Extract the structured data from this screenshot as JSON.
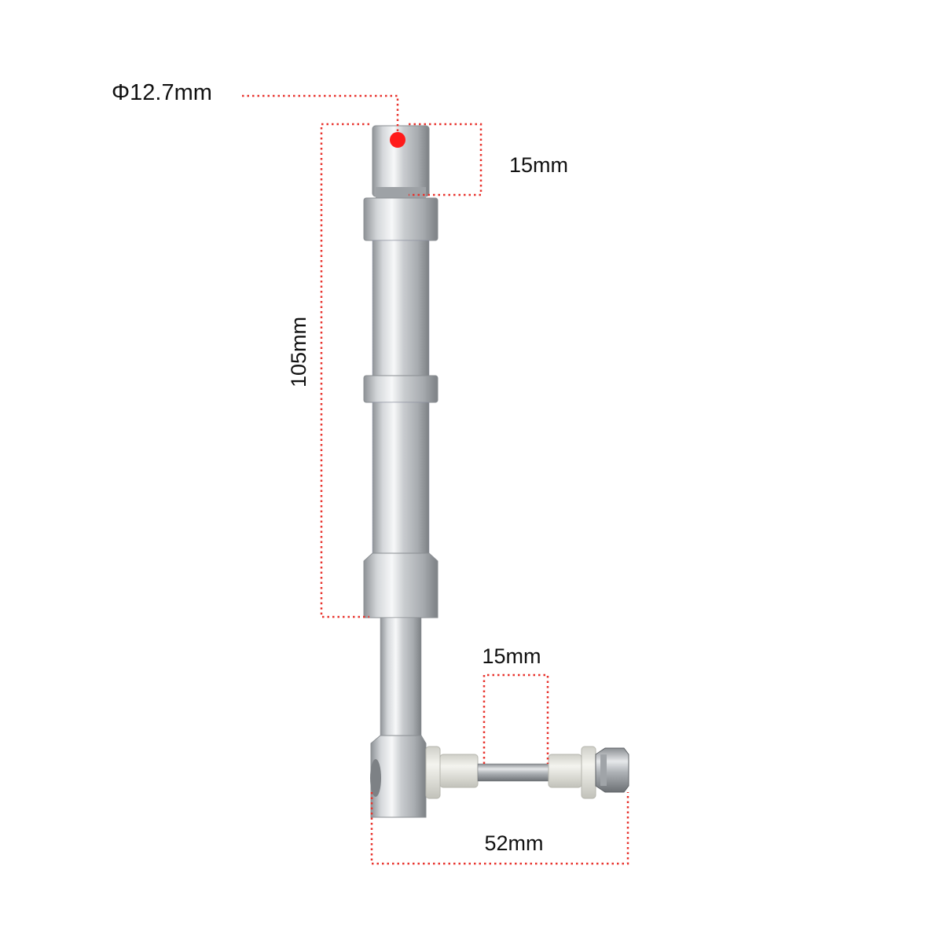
{
  "dimensions": {
    "diameter": "Φ12.7mm",
    "top_tip_length": "15mm",
    "main_shaft_length": "105mm",
    "bolt_gap_length": "15mm",
    "bolt_total_length": "52mm"
  },
  "colors": {
    "dimension_line": "#e8322c",
    "marker_dot": "#ff1a1a",
    "text": "#111111",
    "background": "#ffffff"
  }
}
